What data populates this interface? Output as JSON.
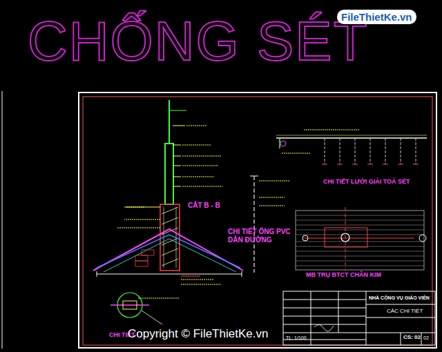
{
  "diagram": {
    "title": "CHỐNG SÉT",
    "labels": [
      "FileThietKe.vn",
      "CẮT B - B",
      "CHI TIẾT ỐNG PVC DẪN ĐƯỜNG",
      "CHI TIẾT LƯỚI GIẢI TOẢ SÉT",
      "MB TRỤ BTCT CHÂN KIM",
      "CHI TIẾT",
      "NHÀ CÔNG VỤ GIÁO VIÊN",
      "CÁC CHI TIẾT",
      "TL: 1/100",
      "CS: 02",
      "02",
      "Copyright © FileThietKe.vn"
    ]
  }
}
